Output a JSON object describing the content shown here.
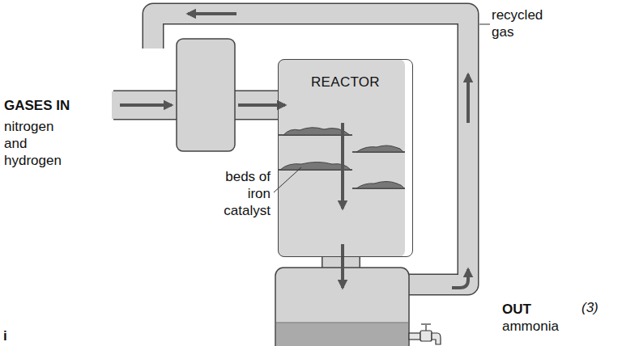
{
  "diagram": {
    "nodes": [
      {
        "text": [
          "REACTOR"
        ]
      }
    ],
    "labels": [
      "GASES IN",
      "nitrogen and hydrogen",
      "beds of iron catalyst",
      "recycled gas",
      "OUT",
      "ammonia",
      "(3)",
      "i"
    ]
  }
}
